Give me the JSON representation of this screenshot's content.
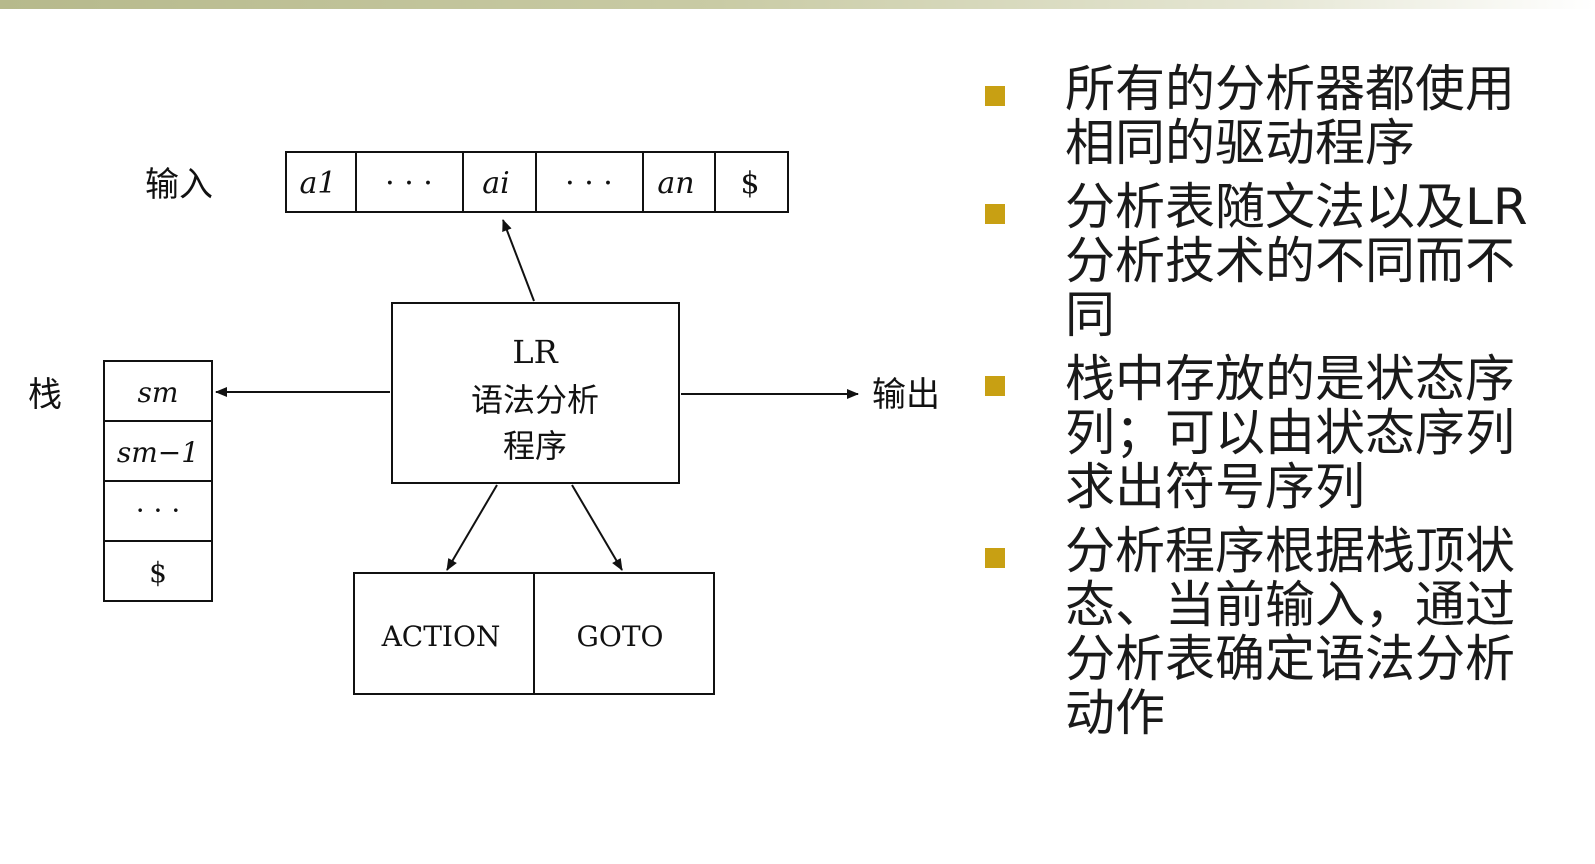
{
  "diagram": {
    "input_label": "输入",
    "input_cells": [
      "a1",
      "· · ·",
      "ai",
      "· · ·",
      "an",
      "$"
    ],
    "stack_label": "栈",
    "stack_cells": [
      "sm",
      "sm−1",
      "· · ·",
      "$"
    ],
    "parser_lines": [
      "LR",
      "语法分析",
      "程序"
    ],
    "output_label": "输出",
    "table_cells": [
      "ACTION",
      "GOTO"
    ]
  },
  "bullets": [
    "所有的分析器都使用相同的驱动程序",
    "分析表随文法以及LR分析技术的不同而不同",
    "栈中存放的是状态序列；可以由状态序列求出符号序列",
    "分析程序根据栈顶状态、当前输入，通过分析表确定语法分析动作"
  ],
  "colors": {
    "bullet_marker": "#c8a013",
    "top_band": "#b6b98c"
  }
}
